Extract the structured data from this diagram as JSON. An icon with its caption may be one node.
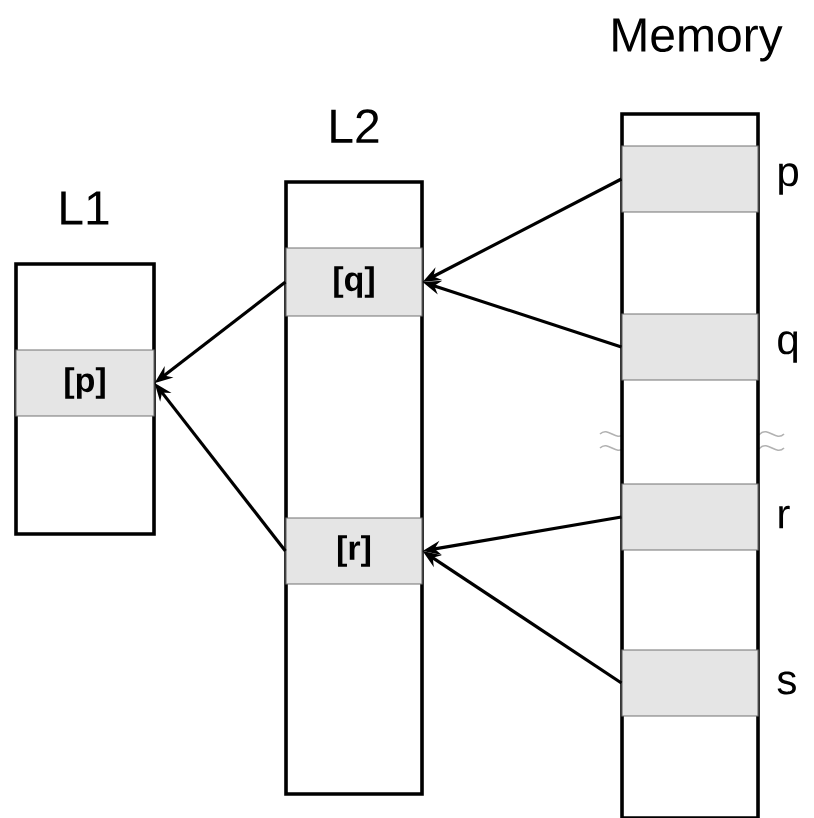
{
  "diagram": {
    "nodes": [
      {
        "text": [
          "L1"
        ]
      },
      {
        "text": [
          "[p]"
        ],
        "in": 0
      },
      {
        "text": [
          "L2"
        ]
      },
      {
        "text": [
          "[q]"
        ],
        "in": 2
      },
      {
        "text": [
          "[r]"
        ],
        "in": 2
      },
      {
        "text": [
          "Memory"
        ]
      },
      {
        "text": [],
        "shape": "box",
        "beside": [
          "p"
        ],
        "in": 5
      },
      {
        "text": [],
        "shape": "box",
        "beside": [
          "q"
        ],
        "in": 5
      },
      {
        "text": [],
        "shape": "box",
        "beside": [
          "r"
        ],
        "in": 5
      },
      {
        "text": [],
        "shape": "box",
        "beside": [
          "s"
        ],
        "in": 5
      }
    ],
    "edges": [
      {
        "from": 6,
        "to": 3,
        "arrow": "to"
      },
      {
        "from": 7,
        "to": 3,
        "arrow": "to"
      },
      {
        "from": 8,
        "to": 4,
        "arrow": "to"
      },
      {
        "from": 9,
        "to": 4,
        "arrow": "to"
      },
      {
        "from": 3,
        "to": 1,
        "arrow": "to"
      },
      {
        "from": 4,
        "to": 1,
        "arrow": "to"
      }
    ]
  }
}
